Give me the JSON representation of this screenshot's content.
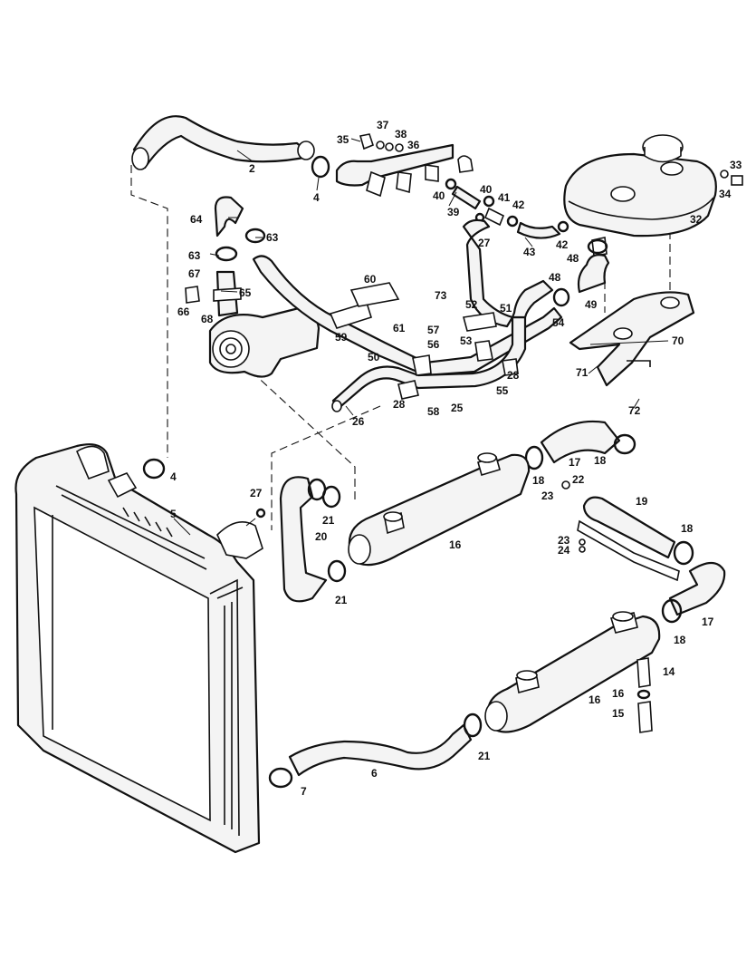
{
  "labels": [
    {
      "id": "l1",
      "text": "2"
    },
    {
      "id": "l2",
      "text": "4"
    },
    {
      "id": "l3",
      "text": "35"
    },
    {
      "id": "l4",
      "text": "37"
    },
    {
      "id": "l5",
      "text": "38"
    },
    {
      "id": "l6",
      "text": "36"
    },
    {
      "id": "l7",
      "text": "40"
    },
    {
      "id": "l8",
      "text": "39"
    },
    {
      "id": "l9",
      "text": "40"
    },
    {
      "id": "l10",
      "text": "41"
    },
    {
      "id": "l11",
      "text": "42"
    },
    {
      "id": "l12",
      "text": "27"
    },
    {
      "id": "l13",
      "text": "43"
    },
    {
      "id": "l14",
      "text": "42"
    },
    {
      "id": "l15",
      "text": "48"
    },
    {
      "id": "l16",
      "text": "33"
    },
    {
      "id": "l17",
      "text": "34"
    },
    {
      "id": "l18",
      "text": "32"
    },
    {
      "id": "l19",
      "text": "64"
    },
    {
      "id": "l20",
      "text": "63"
    },
    {
      "id": "l21",
      "text": "63"
    },
    {
      "id": "l22",
      "text": "67"
    },
    {
      "id": "l23",
      "text": "65"
    },
    {
      "id": "l24",
      "text": "66"
    },
    {
      "id": "l25",
      "text": "68"
    },
    {
      "id": "l26",
      "text": "60"
    },
    {
      "id": "l27",
      "text": "73"
    },
    {
      "id": "l28",
      "text": "52"
    },
    {
      "id": "l29",
      "text": "51"
    },
    {
      "id": "l30",
      "text": "48"
    },
    {
      "id": "l31",
      "text": "49"
    },
    {
      "id": "l32",
      "text": "54"
    },
    {
      "id": "l33",
      "text": "59"
    },
    {
      "id": "l34",
      "text": "61"
    },
    {
      "id": "l35",
      "text": "57"
    },
    {
      "id": "l36",
      "text": "56"
    },
    {
      "id": "l37",
      "text": "53"
    },
    {
      "id": "l38",
      "text": "28"
    },
    {
      "id": "l39",
      "text": "50"
    },
    {
      "id": "l40",
      "text": "28"
    },
    {
      "id": "l41",
      "text": "55"
    },
    {
      "id": "l42",
      "text": "25"
    },
    {
      "id": "l43",
      "text": "58"
    },
    {
      "id": "l44",
      "text": "26"
    },
    {
      "id": "l45",
      "text": "70"
    },
    {
      "id": "l46",
      "text": "71"
    },
    {
      "id": "l47",
      "text": "72"
    },
    {
      "id": "l48",
      "text": "17"
    },
    {
      "id": "l49",
      "text": "18"
    },
    {
      "id": "l50",
      "text": "18"
    },
    {
      "id": "l51",
      "text": "22"
    },
    {
      "id": "l52",
      "text": "23"
    },
    {
      "id": "l53",
      "text": "4"
    },
    {
      "id": "l54",
      "text": "27"
    },
    {
      "id": "l55",
      "text": "5"
    },
    {
      "id": "l56",
      "text": "21"
    },
    {
      "id": "l57",
      "text": "20"
    },
    {
      "id": "l58",
      "text": "16"
    },
    {
      "id": "l59",
      "text": "21"
    },
    {
      "id": "l60",
      "text": "19"
    },
    {
      "id": "l61",
      "text": "18"
    },
    {
      "id": "l62",
      "text": "23"
    },
    {
      "id": "l63",
      "text": "24"
    },
    {
      "id": "l64",
      "text": "17"
    },
    {
      "id": "l65",
      "text": "18"
    },
    {
      "id": "l66",
      "text": "14"
    },
    {
      "id": "l67",
      "text": "16"
    },
    {
      "id": "l68",
      "text": "15"
    },
    {
      "id": "l69",
      "text": "16"
    },
    {
      "id": "l70",
      "text": "21"
    },
    {
      "id": "l71",
      "text": "6"
    },
    {
      "id": "l72",
      "text": "7"
    }
  ]
}
